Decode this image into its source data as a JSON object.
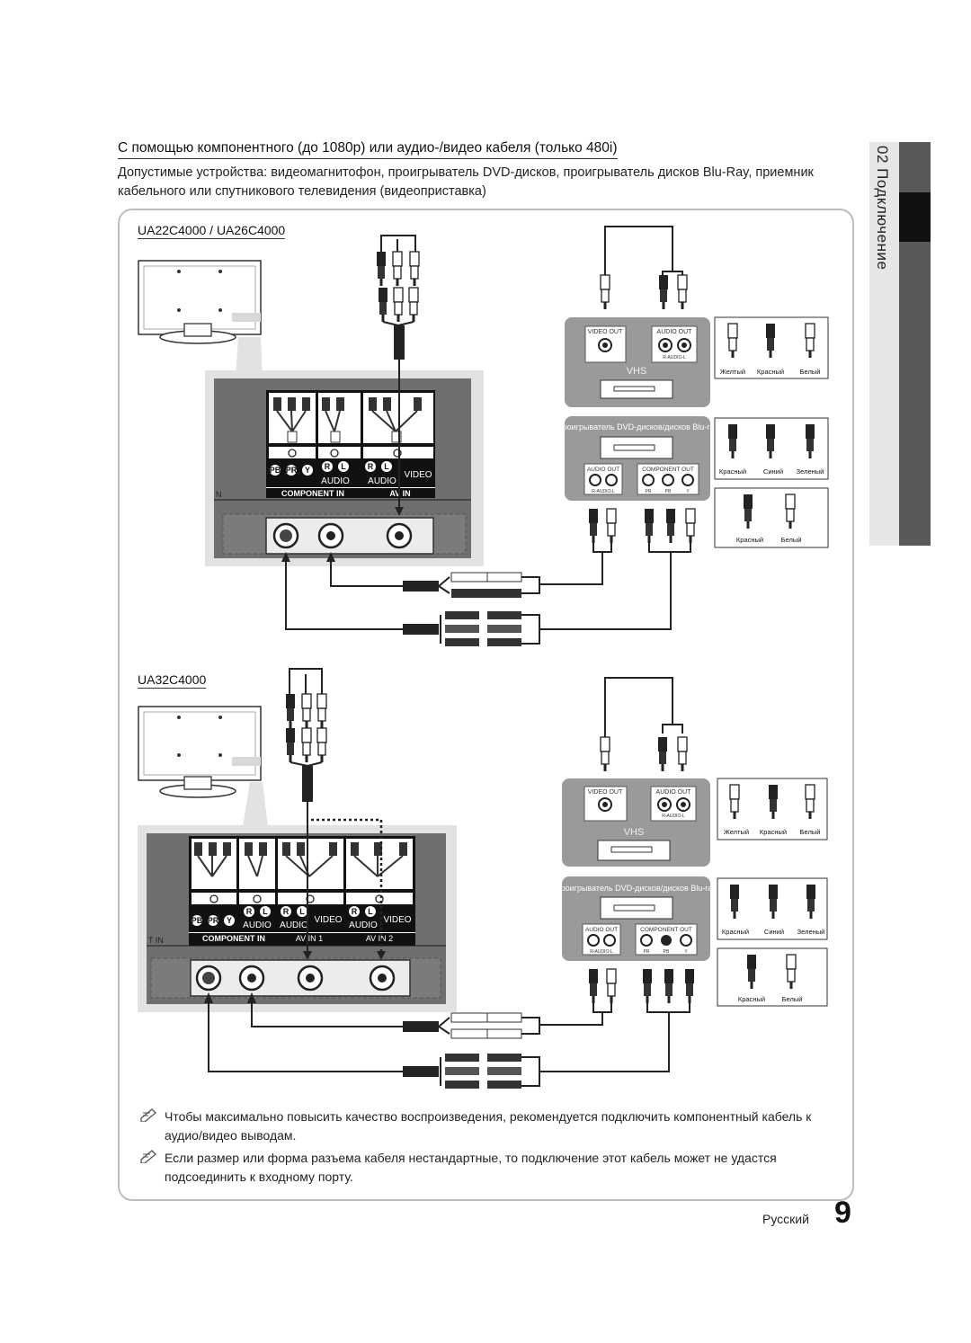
{
  "heading": "С помощью компонентного (до 1080p) или аудио-/видео кабеля (только 480i)",
  "subtext": "Допустимые устройства: видеомагнитофон, проигрыватель DVD-дисков, проигрыватель дисков Blu-Ray, приемник кабельного или спутникового телевидения (видеоприставка)",
  "chapter": "02 Подключение",
  "model_top": "UA22C4000 / UA26C4000",
  "model_bottom": "UA32C4000",
  "tv_panel": {
    "labels_a": {
      "pb": "PB",
      "pr": "PR",
      "y": "Y",
      "r": "R",
      "l": "L",
      "audio": "AUDIO",
      "video": "VIDEO",
      "component_in": "COMPONENT IN",
      "av_in": "AV IN"
    },
    "labels_b": {
      "audio": "AUDIO",
      "video": "VIDEO",
      "component_in": "COMPONENT IN",
      "av_in_1": "AV IN 1",
      "av_in_2": "AV IN 2"
    },
    "edge_label_a": "N",
    "edge_label_b": "T IN"
  },
  "vhs": {
    "video_out": "VIDEO OUT",
    "audio_out": "AUDIO OUT",
    "r_audio_l": "R-AUDIO-L",
    "name": "VHS"
  },
  "dvd": {
    "name": "Проигрыватель DVD-дисков/дисков Blu-ray",
    "audio_out": "AUDIO OUT",
    "component_out": "COMPONENT OUT",
    "r_audio_l": "R-AUDIO-L",
    "pr": "PR",
    "pb": "PB",
    "y": "Y"
  },
  "legend": {
    "yellow": "Желтый",
    "red": "Красный",
    "white": "Белый",
    "blue": "Синий",
    "green": "Зеленый"
  },
  "notes": [
    "Чтобы максимально повысить качество воспроизведения, рекомендуется подключить компонентный кабель к аудио/видео выводам.",
    "Если размер или форма разъема кабеля нестандартные, то подключение этот кабель может не удастся подсоединить к входному порту."
  ],
  "footer": {
    "language": "Русский",
    "page": "9"
  }
}
